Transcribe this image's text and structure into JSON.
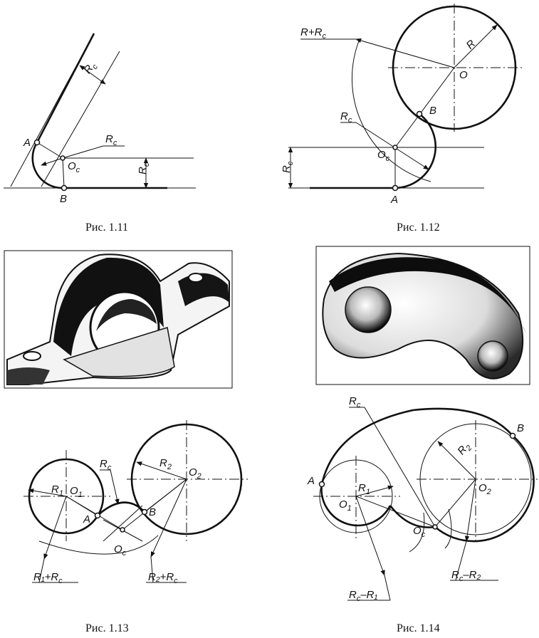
{
  "captions": {
    "fig_1_11": "Рис. 1.11",
    "fig_1_12": "Рис. 1.12",
    "fig_1_13": "Рис. 1.13",
    "fig_1_14": "Рис. 1.14"
  },
  "fig_1_11": {
    "rc_top": "R",
    "rc_top_sub": "c",
    "rc_mid": "R",
    "rc_mid_sub": "c",
    "rc_side": "R",
    "rc_side_sub": "c",
    "point_a": "A",
    "point_b": "B",
    "center": "O",
    "center_sub": "c"
  },
  "fig_1_12": {
    "r_plus_rc": "R+R",
    "r_plus_rc_sub": "c",
    "r": "R",
    "o": "O",
    "rc": "R",
    "rc_sub": "c",
    "point_b": "B",
    "center": "O",
    "center_sub": "c",
    "rc_side": "R",
    "rc_side_sub": "c",
    "point_a": "A"
  },
  "fig_1_13": {
    "r1": "R",
    "r1_sub": "1",
    "o1": "O",
    "o1_sub": "1",
    "rc": "R",
    "rc_sub": "c",
    "r2": "R",
    "r2_sub": "2",
    "o2": "O",
    "o2_sub": "2",
    "point_a": "A",
    "point_b": "B",
    "center": "O",
    "center_sub": "c",
    "r1_rc": "R₁+R",
    "r1_rc_sub": "c",
    "r2_rc": "R₂+R",
    "r2_rc_sub": "c"
  },
  "fig_1_14": {
    "rc": "R",
    "rc_sub": "c",
    "point_b": "B",
    "r2": "R",
    "r2_sub": "2",
    "point_a": "A",
    "r1": "R",
    "r1_sub": "1",
    "o1": "O",
    "o1_sub": "1",
    "o2": "O",
    "o2_sub": "2",
    "center": "O",
    "center_sub": "c",
    "rc_r2": "R",
    "rc_r2_mid": "c",
    "rc_r2_end": "–R₂",
    "rc_r1": "R",
    "rc_r1_mid": "c",
    "rc_r1_end": "–R₁"
  }
}
